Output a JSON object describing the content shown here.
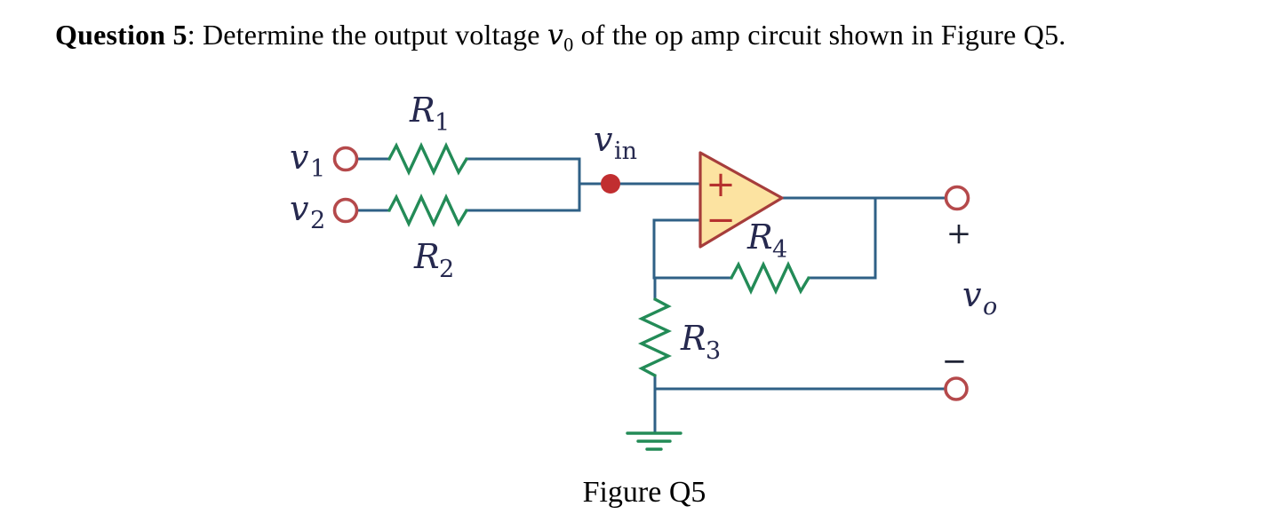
{
  "title": {
    "q_label": "Question 5",
    "separator": ":  ",
    "body_before": "Determine the output voltage ",
    "var_main": "v",
    "var_sub": "0",
    "body_after": " of the op amp circuit shown in Figure Q5."
  },
  "caption": "Figure Q5",
  "colors": {
    "wire": "#2F6086",
    "resistor": "#238B57",
    "terminal_ring": "#B5494B",
    "node_fill": "#C12E30",
    "opamp_fill": "#FCE3A1",
    "opamp_stroke": "#A63D3B",
    "label_navy": "#26294F",
    "opamp_sign": "#B5312E",
    "background": "#ffffff"
  },
  "circuit": {
    "labels": {
      "v1": {
        "main": "v",
        "sub": "1"
      },
      "v2": {
        "main": "v",
        "sub": "2"
      },
      "r1": {
        "main": "R",
        "sub": "1"
      },
      "r2": {
        "main": "R",
        "sub": "2"
      },
      "r3": {
        "main": "R",
        "sub": "3"
      },
      "r4": {
        "main": "R",
        "sub": "4"
      },
      "vin": {
        "main": "v",
        "sub": "in"
      },
      "vo": {
        "main": "v",
        "sub": "o"
      },
      "opamp_plus": "+",
      "opamp_minus": "−",
      "out_plus": "+",
      "out_minus": "−"
    }
  }
}
